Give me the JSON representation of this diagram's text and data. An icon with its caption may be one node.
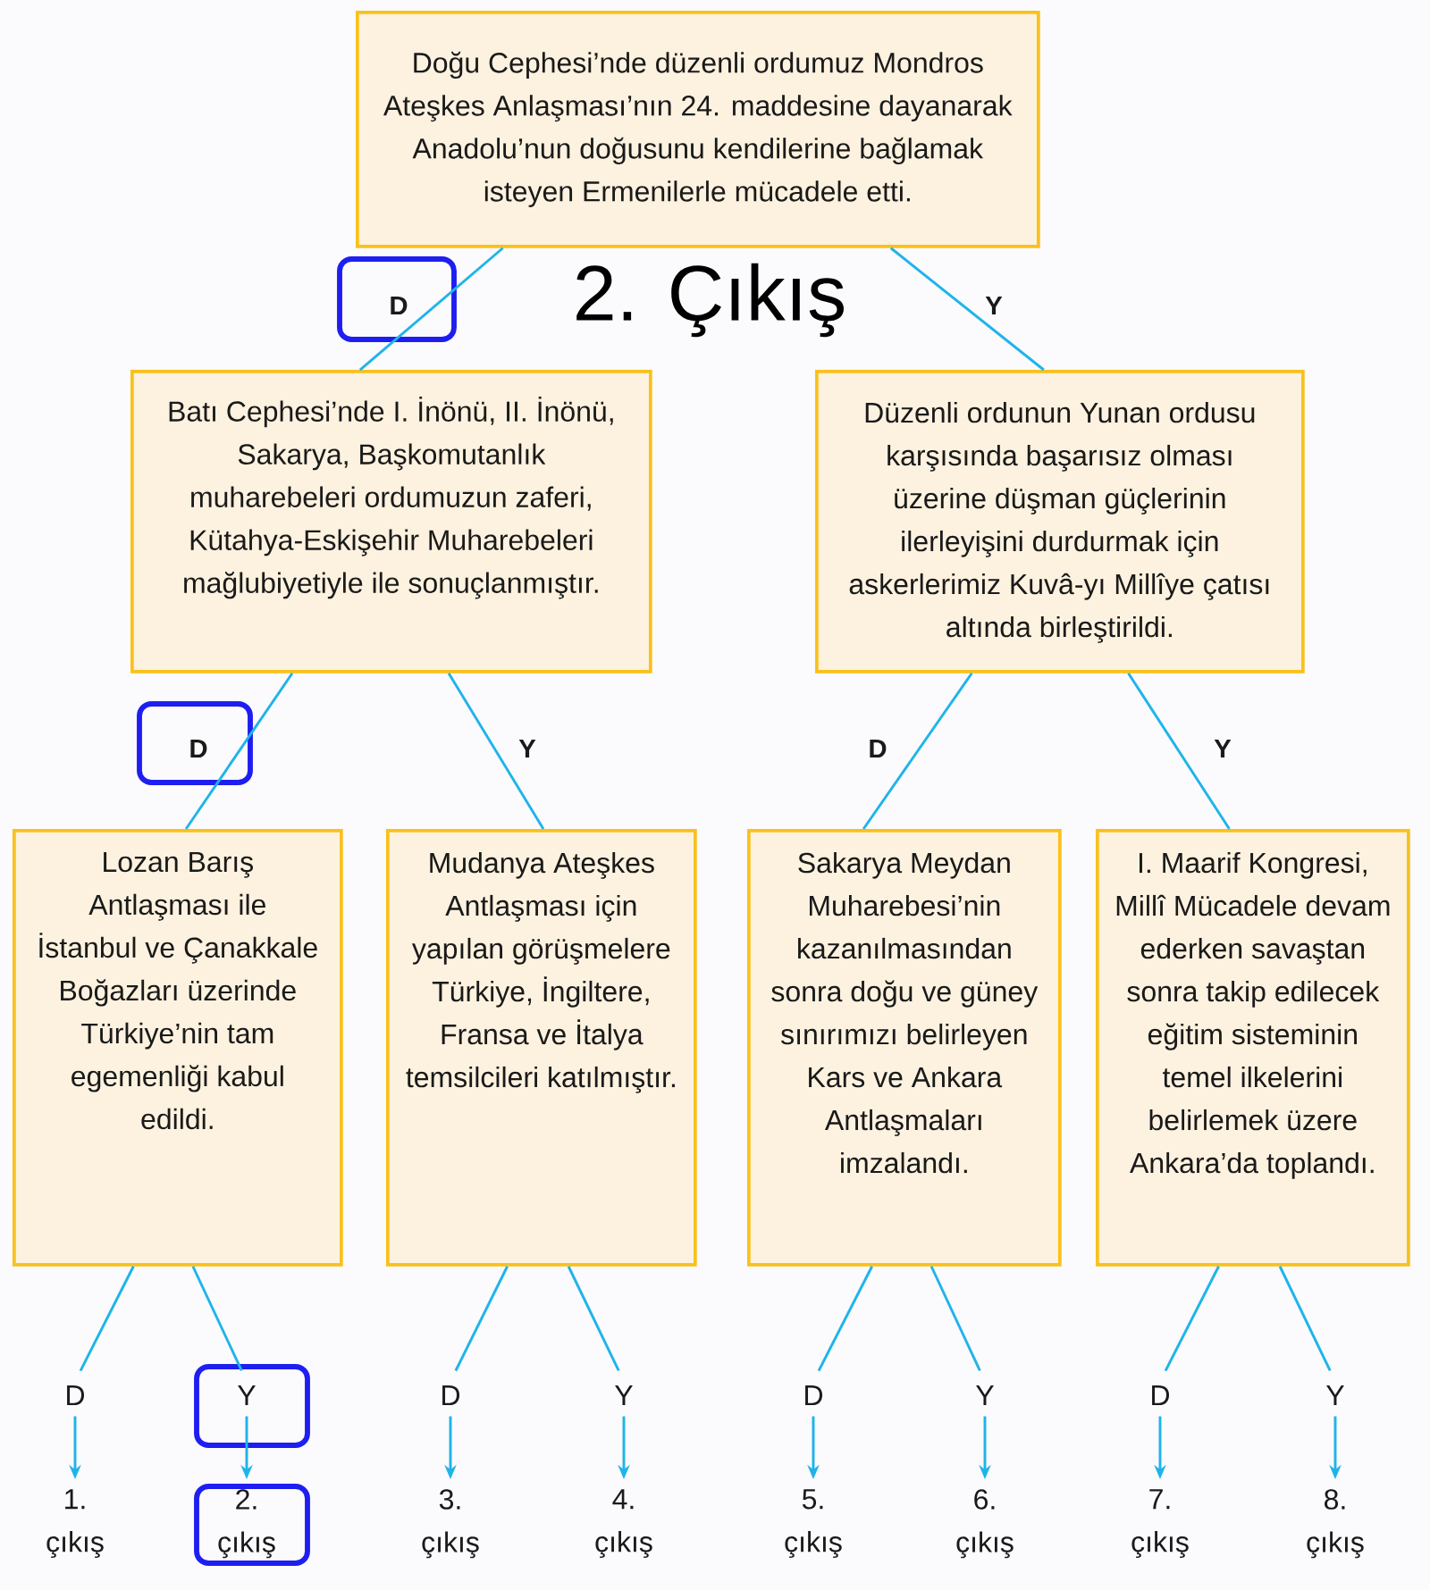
{
  "diagram": {
    "title": "2. Çıkış",
    "nodes": [
      {
        "text": [
          "Doğu Cephesi’nde düzenli ordumuz Mondros Ateşkes Anlaşması’nın 24. maddesine dayanarak Anadolu’nun doğusunu kendilerine bağlamak isteyen Ermenilerle mücadele etti."
        ]
      },
      {
        "text": [
          "Batı Cephesi’nde I. İnönü, II. İnönü, Sakarya, Başkomutanlık muharebeleri ordumuzun zaferi, Kütahya-Eskişehir Muharebeleri mağlubiyetiyle ile sonuçlanmıştır."
        ]
      },
      {
        "text": [
          "Düzenli ordunun Yunan ordusu karşısında başarısız olması üzerine düşman güçlerinin ilerleyişini durdurmak için askerlerimiz Kuvâ-yı Millîye çatısı altında birleştirildi."
        ]
      },
      {
        "text": [
          "Lozan Barış Antlaşması ile İstanbul ve Çanakkale Boğazları üzerinde Türkiye’nin tam egemenliği kabul edildi."
        ]
      },
      {
        "text": [
          "Mudanya Ateşkes Antlaşması için yapılan görüşmelere Türkiye, İngiltere, Fransa ve İtalya temsilcileri katılmıştır."
        ]
      },
      {
        "text": [
          "Sakarya Meydan Muharebesi’nin kazanılmasından sonra doğu ve güney sınırımızı belirleyen Kars ve Ankara Antlaşmaları imzalandı."
        ]
      },
      {
        "text": [
          "I. Maarif Kongresi, Millî Mücadele devam ederken savaştan sonra takip edilecek eğitim sisteminin temel ilkelerini belirlemek üzere Ankara’da toplandı."
        ]
      },
      {
        "text": [
          "D"
        ]
      },
      {
        "text": [
          "Y"
        ]
      },
      {
        "text": [
          "D"
        ]
      },
      {
        "text": [
          "Y"
        ]
      },
      {
        "text": [
          "D"
        ]
      },
      {
        "text": [
          "Y"
        ]
      },
      {
        "text": [
          "D"
        ]
      },
      {
        "text": [
          "Y"
        ]
      },
      {
        "text": [
          "1. çıkış"
        ]
      },
      {
        "text": [
          "2. çıkış"
        ]
      },
      {
        "text": [
          "3. çıkış"
        ]
      },
      {
        "text": [
          "4. çıkış"
        ]
      },
      {
        "text": [
          "5. çıkış"
        ]
      },
      {
        "text": [
          "6. çıkış"
        ]
      },
      {
        "text": [
          "7. çıkış"
        ]
      },
      {
        "text": [
          "8. çıkış"
        ]
      }
    ],
    "edges": [
      {
        "from": 0,
        "to": 1,
        "arrow": "none",
        "label": "D"
      },
      {
        "from": 0,
        "to": 2,
        "arrow": "none",
        "label": "Y"
      },
      {
        "from": 1,
        "to": 3,
        "arrow": "none",
        "label": "D"
      },
      {
        "from": 1,
        "to": 4,
        "arrow": "none",
        "label": "Y"
      },
      {
        "from": 2,
        "to": 5,
        "arrow": "none",
        "label": "D"
      },
      {
        "from": 2,
        "to": 6,
        "arrow": "none",
        "label": "Y"
      },
      {
        "from": 3,
        "to": 7,
        "arrow": "none"
      },
      {
        "from": 3,
        "to": 8,
        "arrow": "none"
      },
      {
        "from": 4,
        "to": 9,
        "arrow": "none"
      },
      {
        "from": 4,
        "to": 10,
        "arrow": "none"
      },
      {
        "from": 5,
        "to": 11,
        "arrow": "none"
      },
      {
        "from": 5,
        "to": 12,
        "arrow": "none"
      },
      {
        "from": 6,
        "to": 13,
        "arrow": "none"
      },
      {
        "from": 6,
        "to": 14,
        "arrow": "none"
      },
      {
        "from": 7,
        "to": 15,
        "arrow": "to"
      },
      {
        "from": 8,
        "to": 16,
        "arrow": "to"
      },
      {
        "from": 9,
        "to": 17,
        "arrow": "to"
      },
      {
        "from": 10,
        "to": 18,
        "arrow": "to"
      },
      {
        "from": 11,
        "to": 19,
        "arrow": "to"
      },
      {
        "from": 12,
        "to": 20,
        "arrow": "to"
      },
      {
        "from": 13,
        "to": 21,
        "arrow": "to"
      },
      {
        "from": 14,
        "to": 22,
        "arrow": "to"
      }
    ]
  }
}
